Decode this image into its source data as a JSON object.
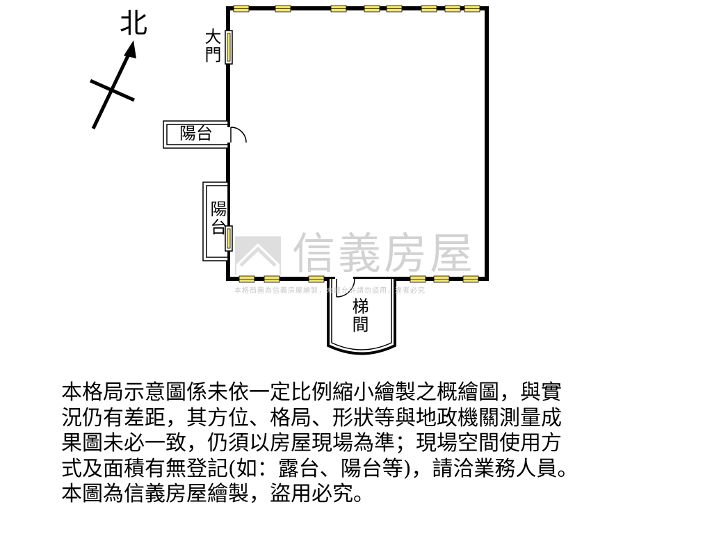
{
  "compass": {
    "label": "北",
    "icon": "north-arrow-icon"
  },
  "rooms": {
    "main_door": "大門",
    "balcony_1": "陽台",
    "balcony_2": "陽台",
    "stairwell": "梯間"
  },
  "watermark": {
    "brand": "信義房屋",
    "note": "本格局圖為信義房屋繪製，未經允許請勿盜用，違者必究"
  },
  "disclaimer_lines": [
    "本格局示意圖係未依一定比例縮小繪製之概繪圖，與實",
    "況仍有差距，其方位、格局、形狀等與地政機關測量成",
    "果圖未必一致，仍須以房屋現場為準；現場空間使用方",
    "式及面積有無登記(如：露台、陽台等)，請洽業務人員。",
    "本圖為信義房屋繪製，盜用必究。"
  ],
  "colors": {
    "wall": "#000000",
    "window": "#f5e66a",
    "watermark": "#d2d2d2"
  }
}
